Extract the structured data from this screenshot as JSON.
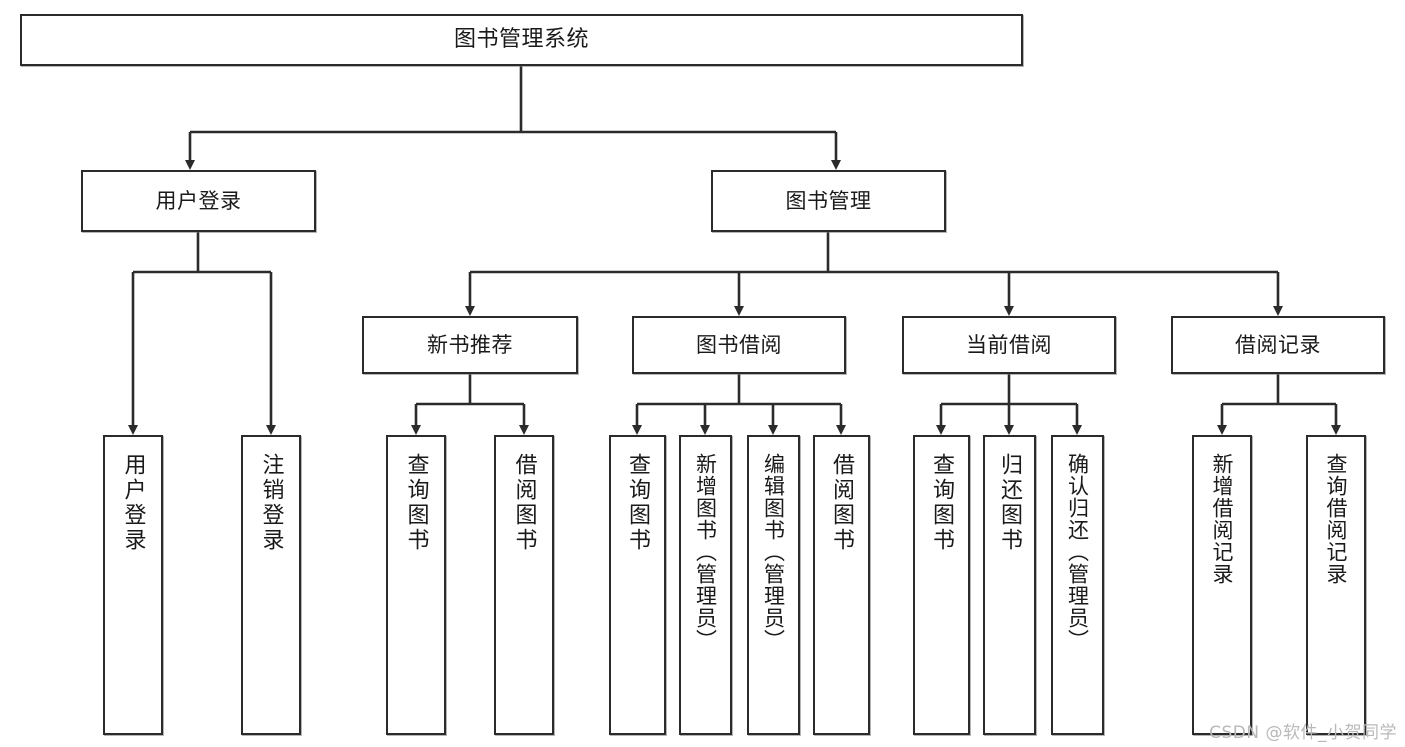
{
  "diagram": {
    "title": "图书管理系统",
    "type": "tree-hierarchy",
    "root": {
      "label": "图书管理系统"
    },
    "level2": [
      {
        "label": "用户登录"
      },
      {
        "label": "图书管理"
      }
    ],
    "level3": [
      {
        "label": "新书推荐"
      },
      {
        "label": "图书借阅"
      },
      {
        "label": "当前借阅"
      },
      {
        "label": "借阅记录"
      }
    ],
    "leaves": {
      "user_login": [
        {
          "label": "用户登录"
        },
        {
          "label": "注销登录"
        }
      ],
      "new_book_recommend": [
        {
          "label": "查询图书"
        },
        {
          "label": "借阅图书"
        }
      ],
      "book_borrow": [
        {
          "label": "查询图书"
        },
        {
          "label": "新增图书（管理员）"
        },
        {
          "label": "编辑图书（管理员）"
        },
        {
          "label": "借阅图书"
        }
      ],
      "current_borrow": [
        {
          "label": "查询图书"
        },
        {
          "label": "归还图书"
        },
        {
          "label": "确认归还（管理员）"
        }
      ],
      "borrow_records": [
        {
          "label": "新增借阅记录"
        },
        {
          "label": "查询借阅记录"
        }
      ]
    },
    "colors": {
      "stroke": "#2b2b2b",
      "background": "#ffffff",
      "text": "#1a1a1a",
      "watermark": "#b9b9b9"
    }
  },
  "watermark": {
    "text": "CSDN @软件_小贺同学"
  }
}
